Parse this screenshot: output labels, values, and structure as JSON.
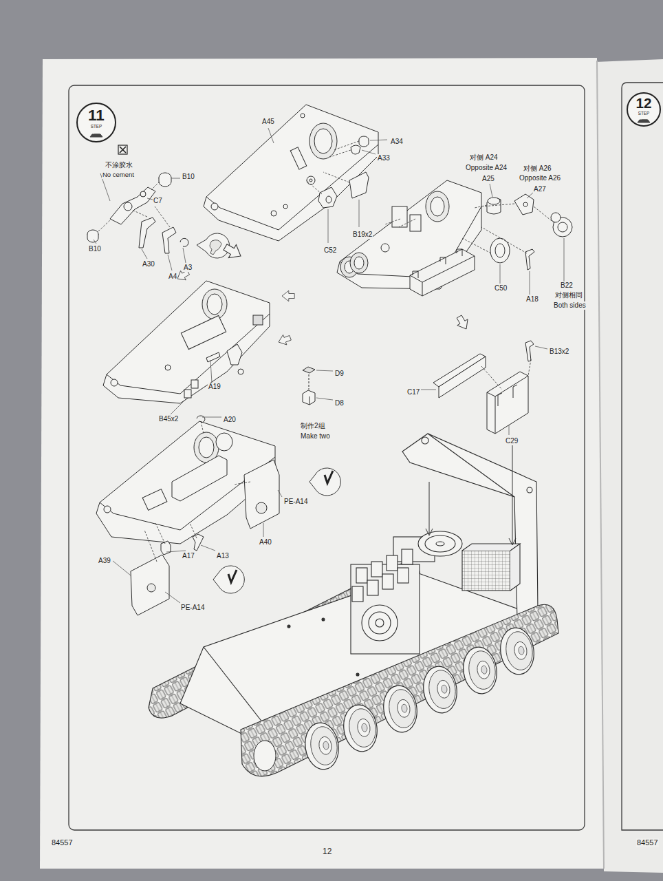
{
  "diagram": {
    "nodes": [
      {
        "text": [
          "11",
          "STEP"
        ]
      },
      {
        "text": [
          "12",
          "STEP"
        ]
      }
    ],
    "labels": [
      "不涂胶水",
      "No cement",
      "A45",
      "A34",
      "A33",
      "B10",
      "C7",
      "B10",
      "A30",
      "A4",
      "A3",
      "B19x2",
      "C52",
      "对侧 A24",
      "Opposite A24",
      "A25",
      "对侧 A26",
      "Opposite A26",
      "A27",
      "C50",
      "A18",
      "B22",
      "对侧相同",
      "Both sides",
      "A19",
      "B45x2",
      "D9",
      "D8",
      "制作2组",
      "Make two",
      "B13x2",
      "C17",
      "C29",
      "A20",
      "PE-A14",
      "A40",
      "A17",
      "A13",
      "A39",
      "PE-A14",
      "84557",
      "12",
      "84557"
    ]
  }
}
